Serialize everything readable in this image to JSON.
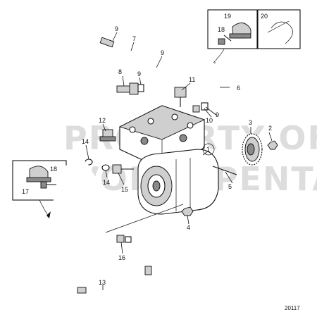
{
  "callouts": {
    "c1": "1",
    "c2": "2",
    "c3": "3",
    "c4": "4",
    "c5": "5",
    "c6": "6",
    "c7": "7",
    "c8": "8",
    "c9a": "9",
    "c9b": "9",
    "c9c": "9",
    "c9d": "9",
    "c10": "10",
    "c11": "11",
    "c12": "12",
    "c13": "13",
    "c14a": "14",
    "c14b": "14",
    "c15": "15",
    "c16": "16",
    "c17": "17",
    "c18a": "18",
    "c18b": "18",
    "c19": "19",
    "c20": "20"
  },
  "watermark": {
    "line1": "PROPERTY OF",
    "line2": "VOLVO PENTA"
  },
  "figure_number": "20117"
}
